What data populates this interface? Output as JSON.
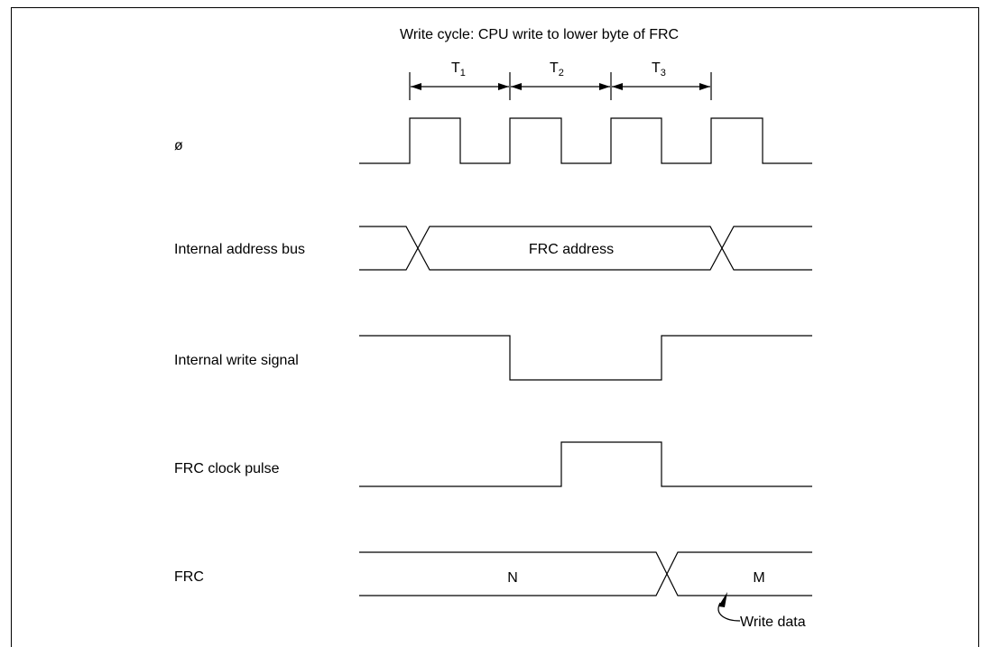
{
  "diagram": {
    "title": "Write cycle:  CPU write to lower byte of FRC",
    "states": [
      {
        "letter": "T",
        "sub": "1"
      },
      {
        "letter": "T",
        "sub": "2"
      },
      {
        "letter": "T",
        "sub": "3"
      }
    ],
    "signals": {
      "clock": "ø",
      "address_bus": "Internal address bus",
      "write_signal": "Internal write signal",
      "frc_clock": "FRC clock pulse",
      "frc": "FRC"
    },
    "bus_labels": {
      "address": "FRC address",
      "frc_old": "N",
      "frc_new": "M"
    },
    "annotation": "Write data"
  }
}
